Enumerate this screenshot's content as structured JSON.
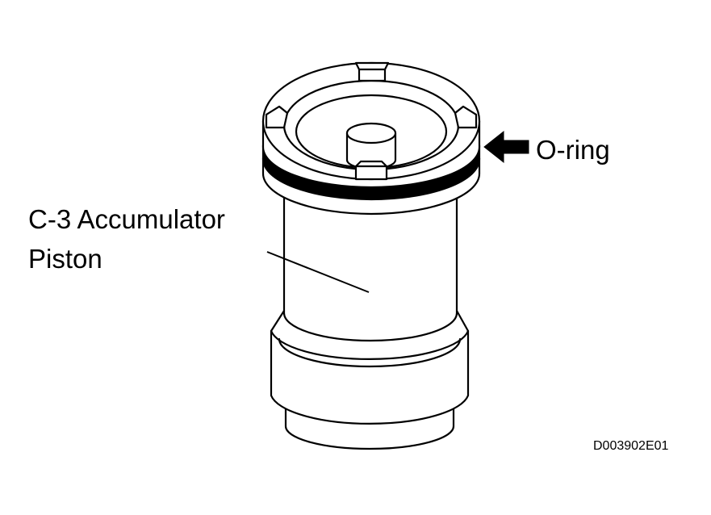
{
  "labels": {
    "oring": "O-ring",
    "piston_line1": "C-3 Accumulator",
    "piston_line2": "Piston",
    "figure_code": "D003902E01"
  },
  "colors": {
    "stroke": "#000000",
    "fill": "#ffffff"
  }
}
